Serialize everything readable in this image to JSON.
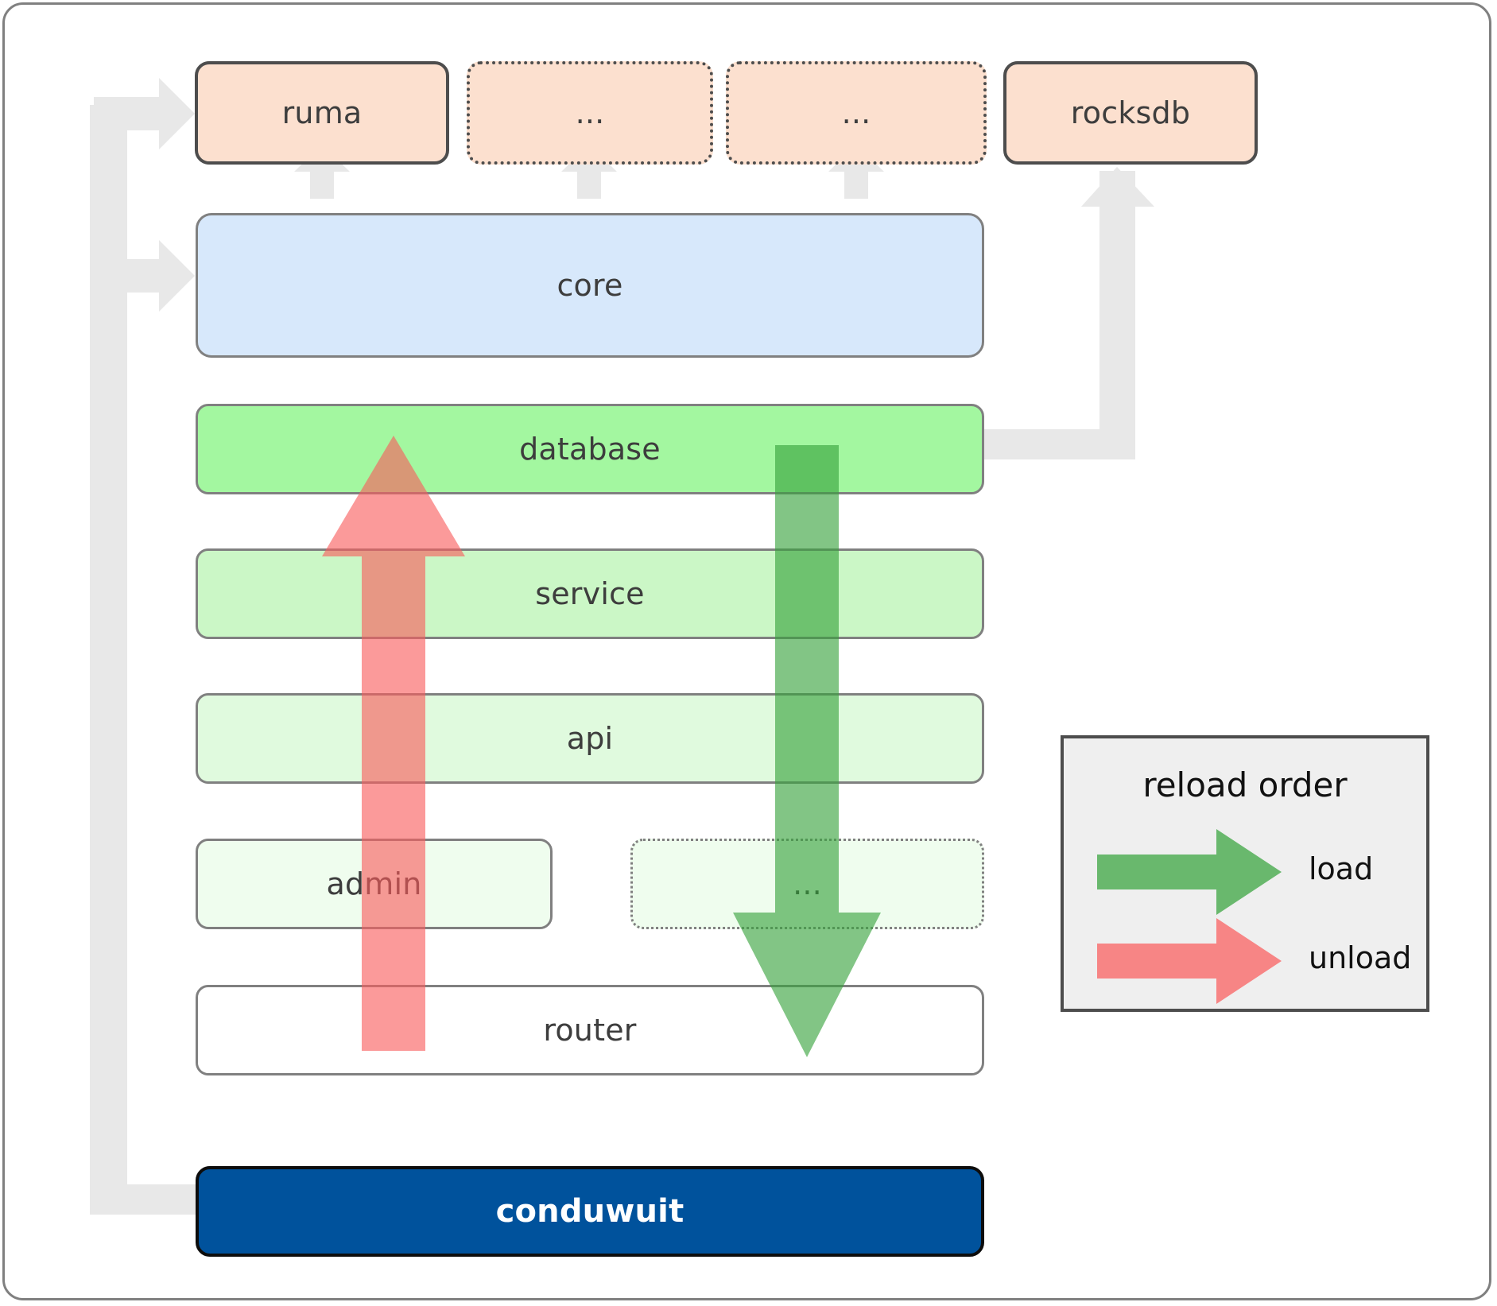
{
  "diagram": {
    "title": "conduwuit module / reload order architecture",
    "colors": {
      "dependency_fill": "#fce0cf",
      "dependency_stroke": "#4d4d4d",
      "core_fill": "#d7e8fb",
      "green_1": "#a3f7a0",
      "green_2": "#cbf7c6",
      "green_3": "#e0fade",
      "green_4": "#effdee",
      "brand_fill": "#00529c",
      "brand_text": "#ffffff",
      "load_arrow": "#4caf50",
      "unload_arrow": "#fa8f8f",
      "wire": "#e8e8e8",
      "legend_fill": "#efefef",
      "box_stroke": "#808080"
    },
    "dependencies": [
      {
        "id": "ruma",
        "label": "ruma",
        "style": "solid"
      },
      {
        "id": "dots-1",
        "label": "...",
        "style": "dotted"
      },
      {
        "id": "dots-2",
        "label": "...",
        "style": "dotted"
      },
      {
        "id": "rocksdb",
        "label": "rocksdb",
        "style": "solid"
      }
    ],
    "layers": [
      {
        "id": "core",
        "label": "core",
        "tone": "core",
        "style": "solid"
      },
      {
        "id": "database",
        "label": "database",
        "tone": "g1",
        "style": "solid"
      },
      {
        "id": "service",
        "label": "service",
        "tone": "g2",
        "style": "solid"
      },
      {
        "id": "api",
        "label": "api",
        "tone": "g3",
        "style": "solid"
      },
      {
        "id": "admin",
        "label": "admin",
        "tone": "g4",
        "style": "solid"
      },
      {
        "id": "dots-3",
        "label": "...",
        "tone": "g4",
        "style": "dotted"
      },
      {
        "id": "router",
        "label": "router",
        "tone": "plain",
        "style": "solid"
      }
    ],
    "root": {
      "id": "conduwuit",
      "label": "conduwuit"
    },
    "legend": {
      "title": "reload order",
      "entries": [
        {
          "id": "load",
          "label": "load",
          "color": "#4caf50"
        },
        {
          "id": "unload",
          "label": "unload",
          "color": "#fa8f8f"
        }
      ]
    }
  }
}
